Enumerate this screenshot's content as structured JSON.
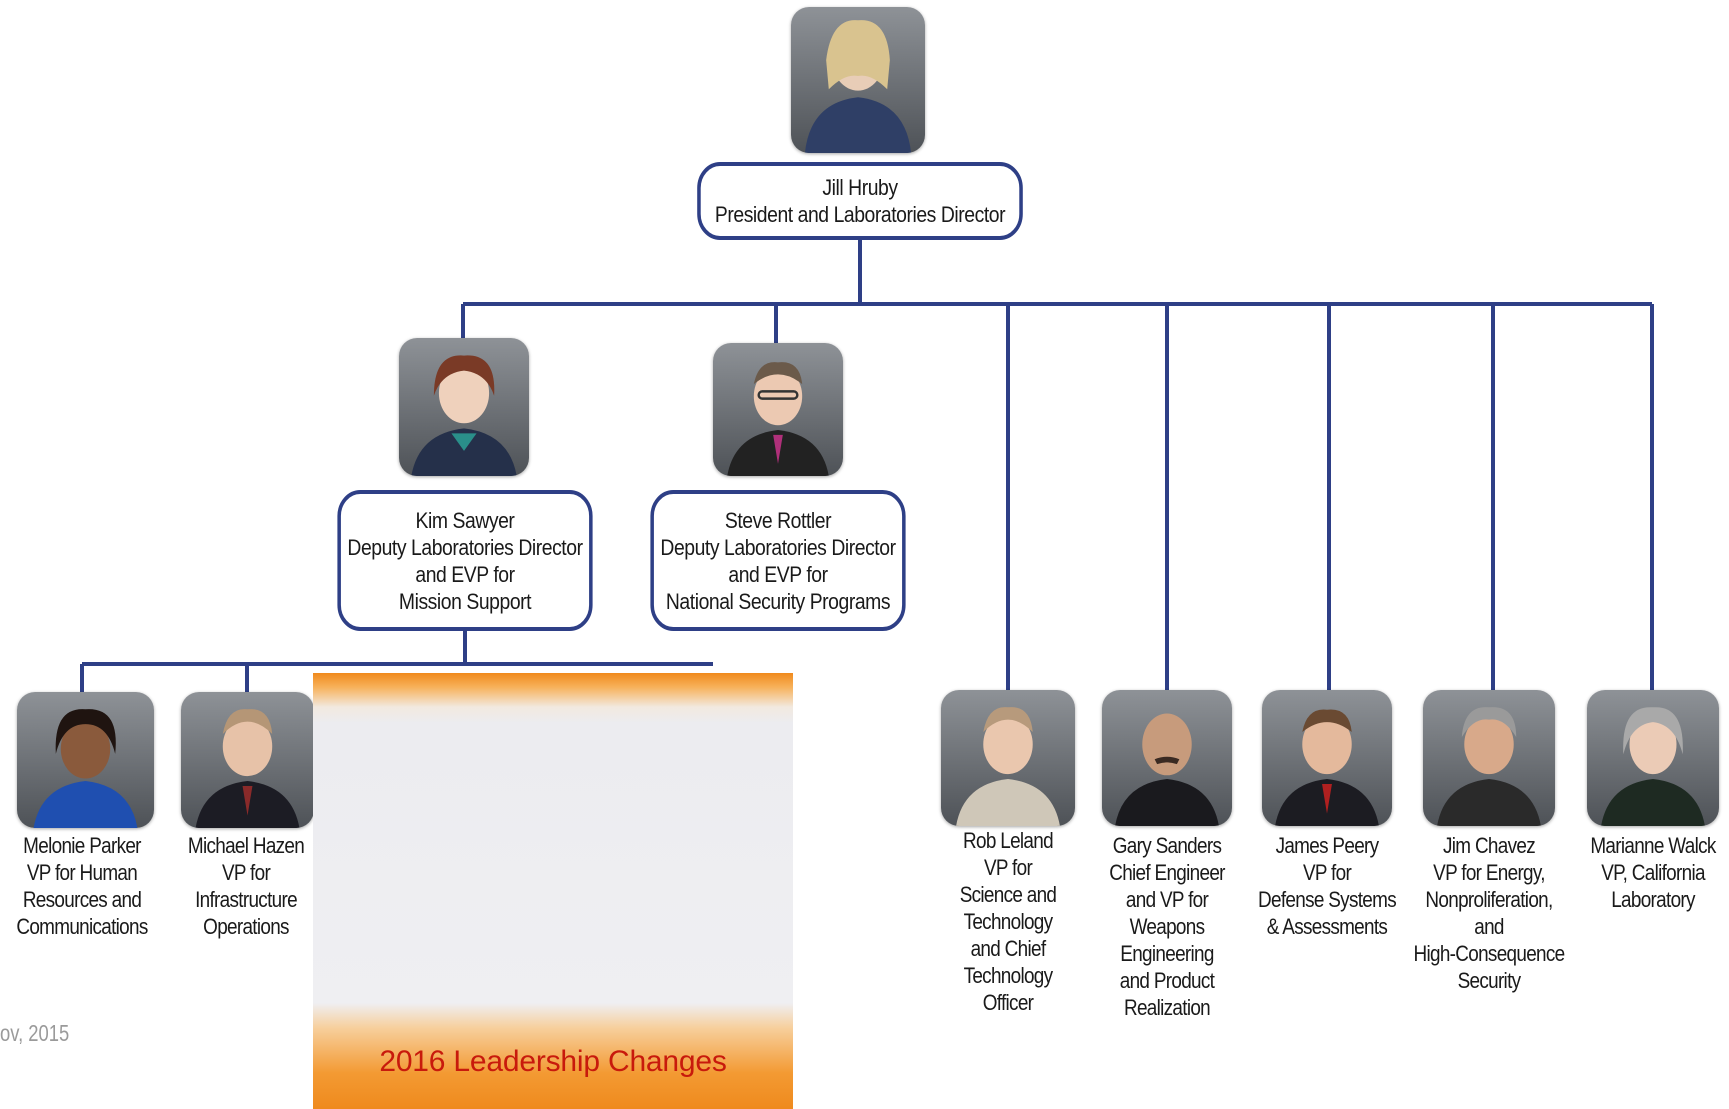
{
  "top": {
    "name": "Jill Hruby",
    "title": "President and  Laboratories Director"
  },
  "deputies": [
    {
      "name": "Kim Sawyer",
      "lines": [
        "Deputy Laboratories Director",
        "and EVP for",
        "Mission Support"
      ]
    },
    {
      "name": "Steve Rottler",
      "lines": [
        "Deputy Laboratories Director",
        "and EVP for",
        "National Security Programs"
      ]
    }
  ],
  "mission_support_vps": [
    {
      "lines": [
        "Melonie Parker",
        "VP for Human",
        "Resources and",
        "Communications"
      ]
    },
    {
      "lines": [
        "Michael Hazen",
        "VP for",
        "Infrastructure",
        "Operations"
      ]
    }
  ],
  "direct_vps": [
    {
      "lines": [
        "Rob Leland",
        "VP for",
        "Science and",
        "Technology",
        "and Chief",
        "Technology",
        "Officer"
      ]
    },
    {
      "lines": [
        "Gary Sanders",
        "Chief Engineer",
        "and VP for",
        "Weapons",
        "Engineering",
        "and Product",
        "Realization"
      ]
    },
    {
      "lines": [
        "James Peery",
        "VP for",
        "Defense Systems",
        "& Assessments"
      ]
    },
    {
      "lines": [
        "Jim Chavez",
        "VP for Energy,",
        "Nonproliferation,",
        "and",
        "High-Consequence",
        "Security"
      ]
    },
    {
      "lines": [
        "Marianne Walck",
        "VP, California",
        "Laboratory"
      ]
    }
  ],
  "overlay": {
    "title": "2016 Leadership Changes"
  },
  "footnote": "ov, 2015",
  "colors": {
    "connector": "#2e3f86",
    "overlay_accent": "#f08a1c",
    "overlay_text": "#c81a0c"
  }
}
